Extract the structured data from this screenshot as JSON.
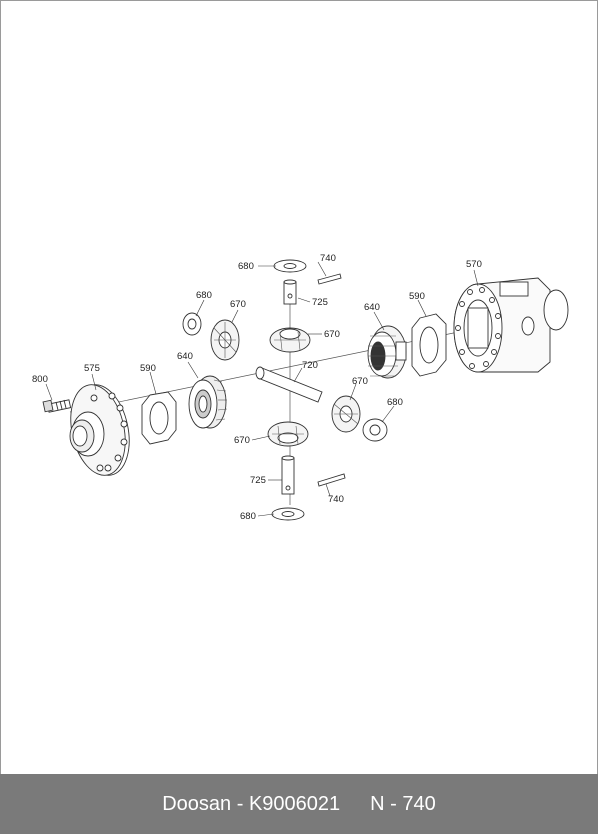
{
  "footer": {
    "brand": "Doosan",
    "separator": "-",
    "part_number": "K9006021",
    "ref": "N - 740"
  },
  "callouts": {
    "c570": "570",
    "c590_right": "590",
    "c640_right": "640",
    "c680_top_left": "680",
    "c670_left": "670",
    "c680_top": "680",
    "c740_top": "740",
    "c725_top": "725",
    "c670_top": "670",
    "c720": "720",
    "c670_right": "670",
    "c680_right": "680",
    "c800": "800",
    "c575": "575",
    "c590_left": "590",
    "c640_left": "640",
    "c670_bottom": "670",
    "c725_bottom": "725",
    "c740_bottom": "740",
    "c680_bottom": "680"
  }
}
